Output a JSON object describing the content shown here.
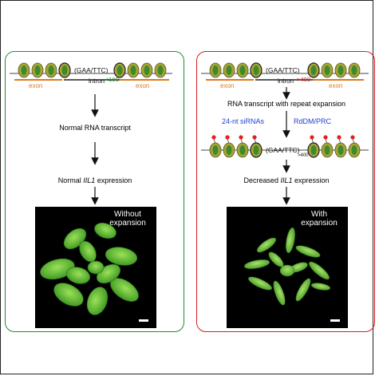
{
  "left_panel": {
    "repeat_label": "(GAA/TTC)",
    "repeat_count": "<100",
    "exon_left": "exon",
    "exon_right": "exon",
    "intron": "intron",
    "step1": "Normal RNA transcript",
    "step2_prefix": "Normal ",
    "gene": "IIL1",
    "step2_suffix": " expression",
    "photo_label_line1": "Without",
    "photo_label_line2": "expansion"
  },
  "right_panel": {
    "repeat_label": "(GAA/TTC)",
    "repeat_count": ">400",
    "exon_left": "exon",
    "exon_right": "exon",
    "intron": "intron",
    "step1": "RNA transcript with repeat expansion",
    "sirna": "24-nt siRNAs",
    "rddm": "RdDM/PRC",
    "repeat_label_2": "(GAA/TTC)",
    "repeat_count_2": ">400",
    "step2_prefix": "Decreased ",
    "gene": "IIL1",
    "step2_suffix": " expression",
    "photo_label_line1": "With",
    "photo_label_line2": "expansion"
  },
  "colors": {
    "green_frame": "#2a8a2a",
    "red_frame": "#d62020",
    "exon_line": "#e07a1f",
    "nucleosome_fill": "#a8a23a",
    "nucleosome_core": "#3c8a2a",
    "siRNA_blue": "#1f3fcf",
    "count_red": "#d62020",
    "count_green": "#2a8a2a",
    "methyl_red": "#e02020"
  }
}
